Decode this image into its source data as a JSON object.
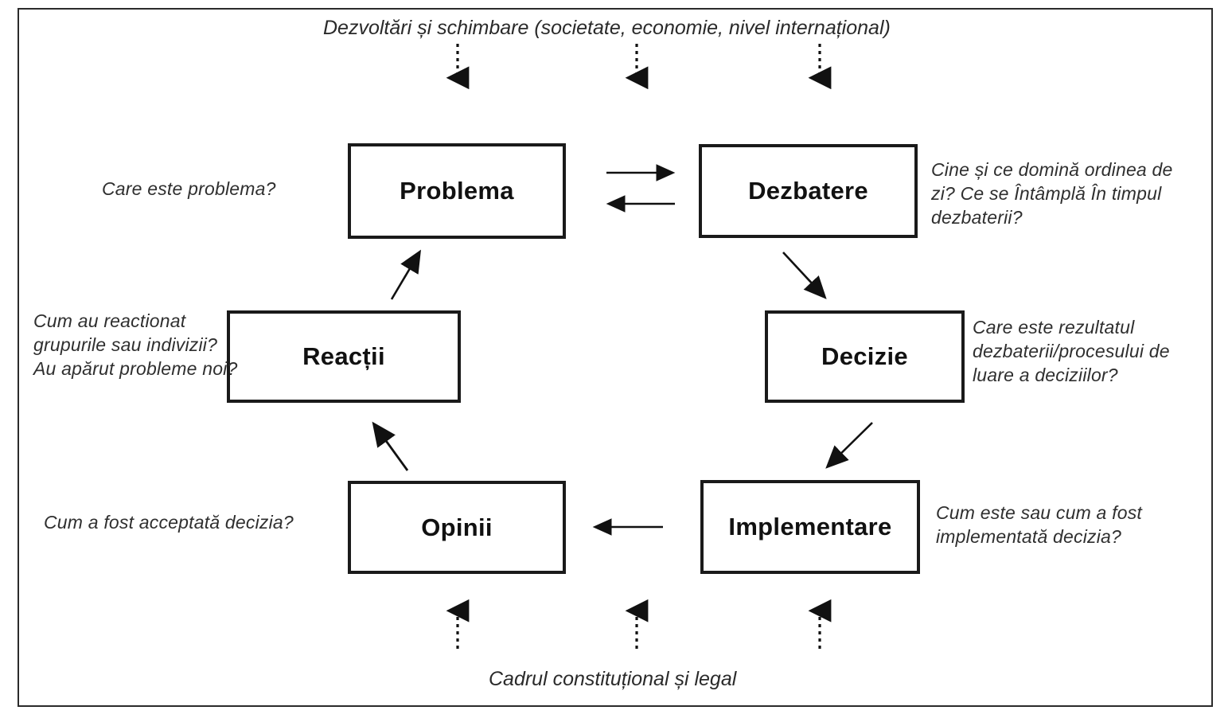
{
  "diagram": {
    "title_top": "Dezvoltări și schimbare (societate, economie, nivel internațional)",
    "title_bottom": "Cadrul constituțional și legal",
    "nodes": {
      "problema": "Problema",
      "dezbatere": "Dezbatere",
      "reactii": "Reacții",
      "decizie": "Decizie",
      "opinii": "Opinii",
      "implementare": "Implementare"
    },
    "annotations": {
      "problema": "Care este problema?",
      "dezbatere": "Cine și ce domină ordinea de zi? Ce se Întâmplă În timpul dezbaterii?",
      "reactii": "Cum au reactionat grupurile sau indivizii? Au apărut probleme noi?",
      "decizie": "Care este rezultatul dezbaterii/procesului de luare a deciziilor?",
      "opinii": "Cum a fost acceptată decizia?",
      "implementare": "Cum este sau cum a fost implementată decizia?"
    },
    "colors": {
      "border": "#1a1a1a",
      "frame": "#2b2b2b",
      "text": "#111111",
      "annotation": "#2f2f2f",
      "background": "#ffffff"
    },
    "flow": [
      "Problema -> Dezbatere",
      "Dezbatere -> Problema",
      "Dezbatere -> Decizie",
      "Decizie -> Implementare",
      "Implementare -> Opinii",
      "Opinii -> Reacții",
      "Reacții -> Problema"
    ],
    "external_inputs_top": "Dezvoltări și schimbare (societate, economie, nivel internațional)",
    "external_inputs_bottom": "Cadrul constituțional și legal"
  }
}
